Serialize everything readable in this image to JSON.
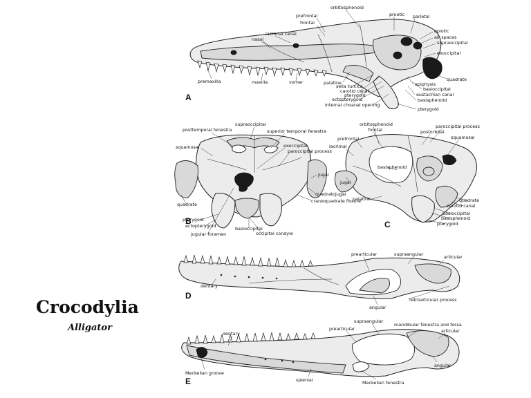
{
  "title": "Crocodylia",
  "subtitle": "Alligator",
  "panels": {
    "A": {
      "letter": "A",
      "labels": [
        "orbitosphenoid",
        "prefrontal",
        "frontal",
        "prootic",
        "parietal",
        "lacrimal canal",
        "nasal",
        "epiotic",
        "air spaces",
        "supraoccipital",
        "exoccipital",
        "premaxilla",
        "maxilla",
        "vomer",
        "palatine",
        "sella turcica",
        "carotid canal",
        "pterygoid",
        "ectopterygoid",
        "internal choanal opening",
        "quadrate",
        "epiphysis",
        "basioccipital",
        "eustachian canal",
        "basisphenoid",
        "pterygoid"
      ]
    },
    "B": {
      "letter": "B",
      "labels": [
        "supraoccipital",
        "posttemporal fenestra",
        "superior temporal fenestra",
        "squamosal",
        "exoccipital",
        "paroccipital process",
        "jugal",
        "quadratojugal",
        "cranioquadrate fissure",
        "quadrate",
        "pterygoid",
        "ectopterygoid",
        "jugular foramen",
        "basioccipital",
        "occipital condyle"
      ]
    },
    "C": {
      "letter": "C",
      "labels": [
        "orbitosphenoid",
        "frontal",
        "paroccipital process",
        "postorbital",
        "prefrontal",
        "squamosal",
        "lacrimal",
        "basisphenoid",
        "jugal",
        "quadrate",
        "carotid canal",
        "palatine",
        "basioccipital",
        "basisphenoid",
        "pterygoid"
      ]
    },
    "D": {
      "letter": "D",
      "labels": [
        "prearticular",
        "supraangular",
        "articular",
        "dentary",
        "retroarticular process",
        "angular"
      ]
    },
    "E": {
      "letter": "E",
      "labels": [
        "dentary",
        "supraangular",
        "prearticular",
        "mandibular fenestra and fossa",
        "articular",
        "angular",
        "Meckelian groove",
        "splenial",
        "Meckelian fenestra"
      ]
    }
  }
}
